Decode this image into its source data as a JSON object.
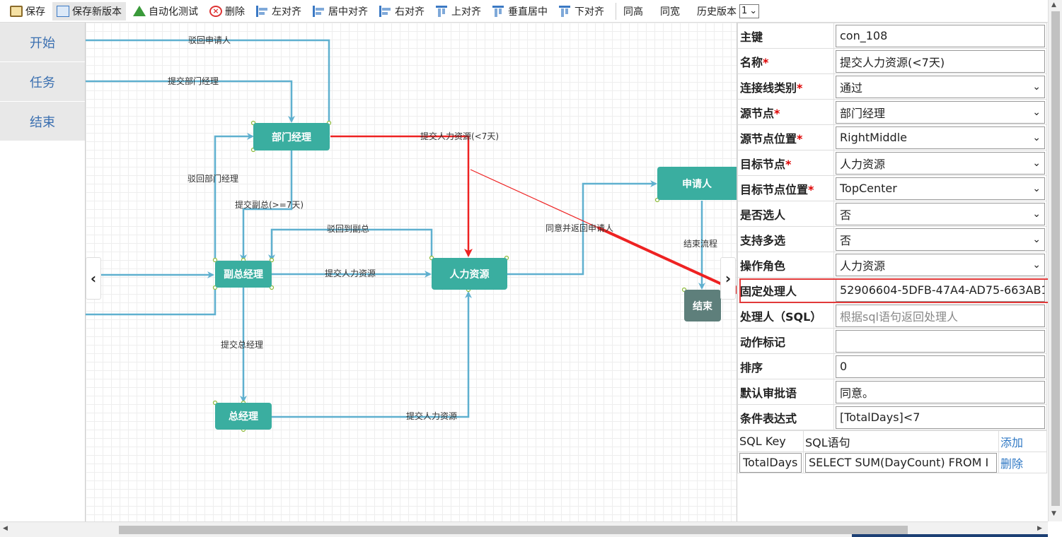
{
  "toolbar": {
    "save": "保存",
    "save_new_version": "保存新版本",
    "auto_test": "自动化测试",
    "delete": "删除",
    "align_left": "左对齐",
    "align_center": "居中对齐",
    "align_right": "右对齐",
    "align_top": "上对齐",
    "align_vmiddle": "垂直居中",
    "align_bottom": "下对齐",
    "same_height": "同高",
    "same_width": "同宽",
    "history_label": "历史版本",
    "history_value": "1"
  },
  "sidebar": {
    "items": [
      {
        "label": "开始"
      },
      {
        "label": "任务"
      },
      {
        "label": "结束"
      }
    ]
  },
  "diagram": {
    "nodes": {
      "dept_manager": "部门经理",
      "vice_president": "副总经理",
      "hr": "人力资源",
      "general_manager": "总经理",
      "applicant": "申请人",
      "end": "结束"
    },
    "edges": {
      "reject_applicant": "驳回申请人",
      "submit_dept_manager": "提交部门经理",
      "submit_hr_lt7": "提交人力资源(<7天)",
      "reject_dept_manager": "驳回部门经理",
      "submit_vp_ge7": "提交副总(>=7天)",
      "reject_vp": "驳回到副总",
      "submit_hr_from_vp": "提交人力资源",
      "submit_gm": "提交总经理",
      "submit_hr_from_gm": "提交人力资源",
      "approve_return_applicant": "同意并返回申请人",
      "end_flow": "结束流程"
    }
  },
  "properties": {
    "rows": [
      {
        "label": "主键",
        "required": "",
        "value": "con_108",
        "type": "input"
      },
      {
        "label": "名称",
        "required": "*",
        "value": "提交人力资源(<7天)",
        "type": "input"
      },
      {
        "label": "连接线类别",
        "required": "*",
        "value": "通过",
        "type": "select"
      },
      {
        "label": "源节点",
        "required": "*",
        "value": "部门经理",
        "type": "select"
      },
      {
        "label": "源节点位置",
        "required": "*",
        "value": "RightMiddle",
        "type": "select"
      },
      {
        "label": "目标节点",
        "required": "*",
        "value": "人力资源",
        "type": "select"
      },
      {
        "label": "目标节点位置",
        "required": "*",
        "value": "TopCenter",
        "type": "select"
      },
      {
        "label": "是否选人",
        "required": "",
        "value": "否",
        "type": "select"
      },
      {
        "label": "支持多选",
        "required": "",
        "value": "否",
        "type": "select"
      },
      {
        "label": "操作角色",
        "required": "",
        "value": "人力资源",
        "type": "select"
      },
      {
        "label": "固定处理人",
        "required": "",
        "value": "52906604-5DFB-47A4-AD75-663AB1",
        "type": "input"
      },
      {
        "label": "处理人（SQL）",
        "required": "",
        "value": "",
        "placeholder": "根据sql语句返回处理人",
        "type": "input"
      },
      {
        "label": "动作标记",
        "required": "",
        "value": "",
        "type": "input"
      },
      {
        "label": "排序",
        "required": "",
        "value": "0",
        "type": "input"
      },
      {
        "label": "默认审批语",
        "required": "",
        "value": "同意。",
        "type": "input"
      },
      {
        "label": "条件表达式",
        "required": "",
        "value": "[TotalDays]<7",
        "type": "input"
      }
    ]
  },
  "sql": {
    "header_key": "SQL Key",
    "header_sql": "SQL语句",
    "add": "添加",
    "row_key": "TotalDays",
    "row_sql": "SELECT SUM(DayCount) FROM I",
    "delete": "删除"
  }
}
